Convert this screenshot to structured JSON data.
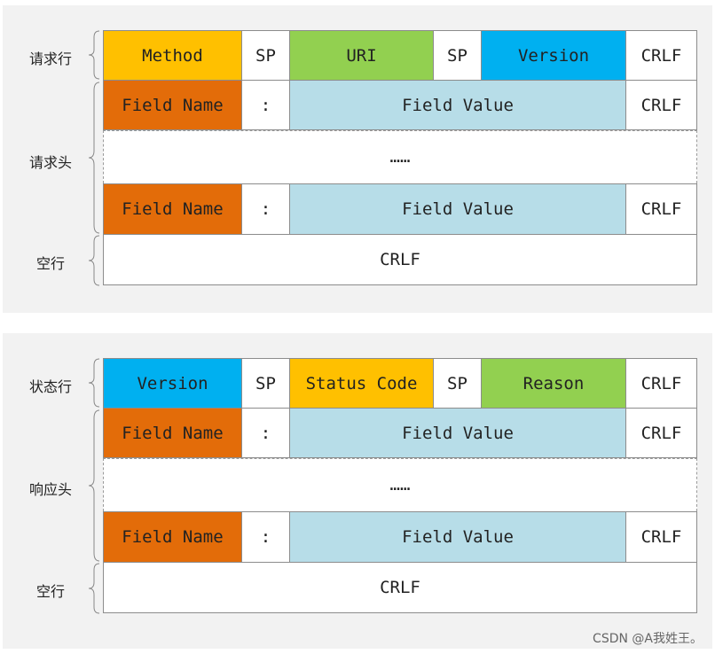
{
  "colors": {
    "orange": "#e36c09",
    "yellow": "#ffc000",
    "green": "#92d050",
    "blue": "#00b0f0",
    "lightblue": "#b7dde8"
  },
  "request": {
    "line_label": "请求行",
    "header_label": "请求头",
    "blank_label": "空行",
    "method": "Method",
    "sp": "SP",
    "uri": "URI",
    "version": "Version",
    "crlf": "CRLF",
    "field_name": "Field Name",
    "colon": ":",
    "field_value": "Field Value",
    "ellipsis": "……"
  },
  "response": {
    "line_label": "状态行",
    "header_label": "响应头",
    "blank_label": "空行",
    "version": "Version",
    "sp": "SP",
    "status_code": "Status Code",
    "reason": "Reason",
    "crlf": "CRLF",
    "field_name": "Field Name",
    "colon": ":",
    "field_value": "Field Value",
    "ellipsis": "……"
  },
  "watermark": "CSDN @A我姓王。"
}
